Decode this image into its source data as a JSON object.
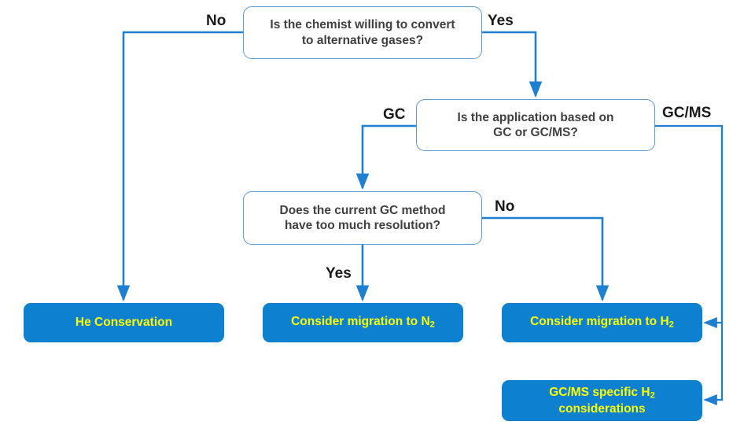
{
  "diagram": {
    "title": "Gas conversion decision flowchart",
    "colors": {
      "terminal_fill": "#0d80d0",
      "terminal_text": "#ffff00",
      "decision_border": "#5b9bd5",
      "decision_text": "#404040",
      "connector": "#1f7fd0",
      "label_text": "#1a1a1a",
      "background": "#ffffff"
    },
    "nodes": {
      "q1": {
        "type": "decision",
        "line1": "Is the chemist willing to convert",
        "line2": "to alternative gases?"
      },
      "q2": {
        "type": "decision",
        "line1": "Is the application based on",
        "line2": "GC or GC/MS?"
      },
      "q3": {
        "type": "decision",
        "line1": "Does the current GC method",
        "line2": "have too much resolution?"
      },
      "he_conservation": {
        "type": "terminal",
        "text": "He Conservation"
      },
      "migrate_n2": {
        "type": "terminal",
        "text_prefix": "Consider migration to N",
        "subscript": "2",
        "text_suffix": ""
      },
      "migrate_h2": {
        "type": "terminal",
        "text_prefix": "Consider migration to H",
        "subscript": "2",
        "text_suffix": ""
      },
      "gcms_h2": {
        "type": "terminal",
        "text_prefix": "GC/MS specific H",
        "subscript": "2",
        "text_suffix": "",
        "line2": "considerations"
      }
    },
    "edge_labels": {
      "q1_no": "No",
      "q1_yes": "Yes",
      "q2_gc": "GC",
      "q2_gcms": "GC/MS",
      "q3_yes": "Yes",
      "q3_no": "No"
    }
  }
}
